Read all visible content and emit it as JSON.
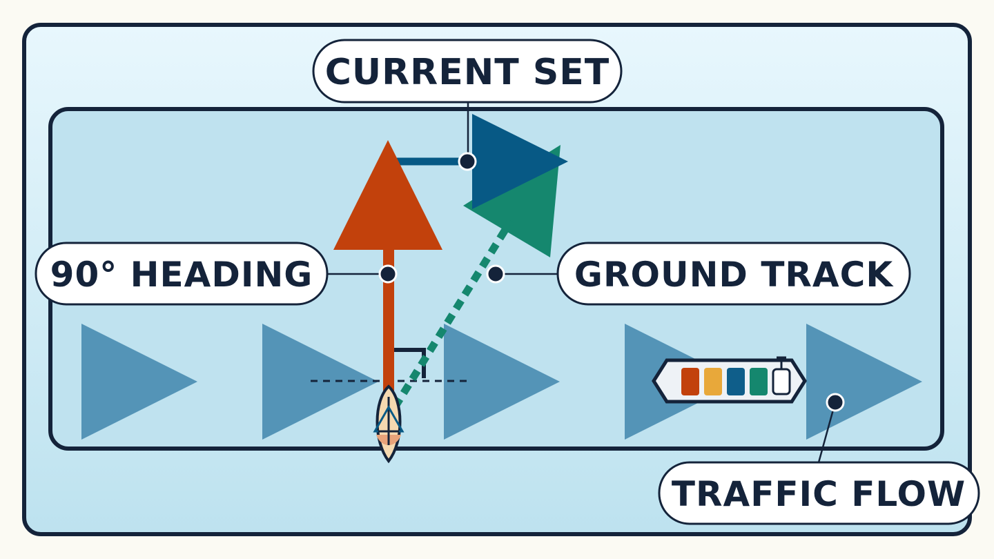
{
  "labels": {
    "current_set": "CURRENT SET",
    "heading": "90° HEADING",
    "ground_track": "GROUND TRACK",
    "traffic_flow": "TRAFFIC FLOW"
  },
  "colors": {
    "background": "#fbfaf3",
    "outline": "#14233a",
    "water_outer": "#cdeaf5",
    "water_lane": "#bfe2ef",
    "flow_arrow": "#5494b7",
    "heading_vector": "#c2410c",
    "current_vector": "#075985",
    "ground_track": "#15876e",
    "ship_containers": [
      "#c2410c",
      "#e8a83a",
      "#0f5e8a",
      "#15876e"
    ]
  },
  "icons": {
    "vessel": "small-boat-icon",
    "cargo_ship": "container-ship-icon",
    "right_angle": "right-angle-marker-icon",
    "flow": "triangle-right-icon"
  }
}
